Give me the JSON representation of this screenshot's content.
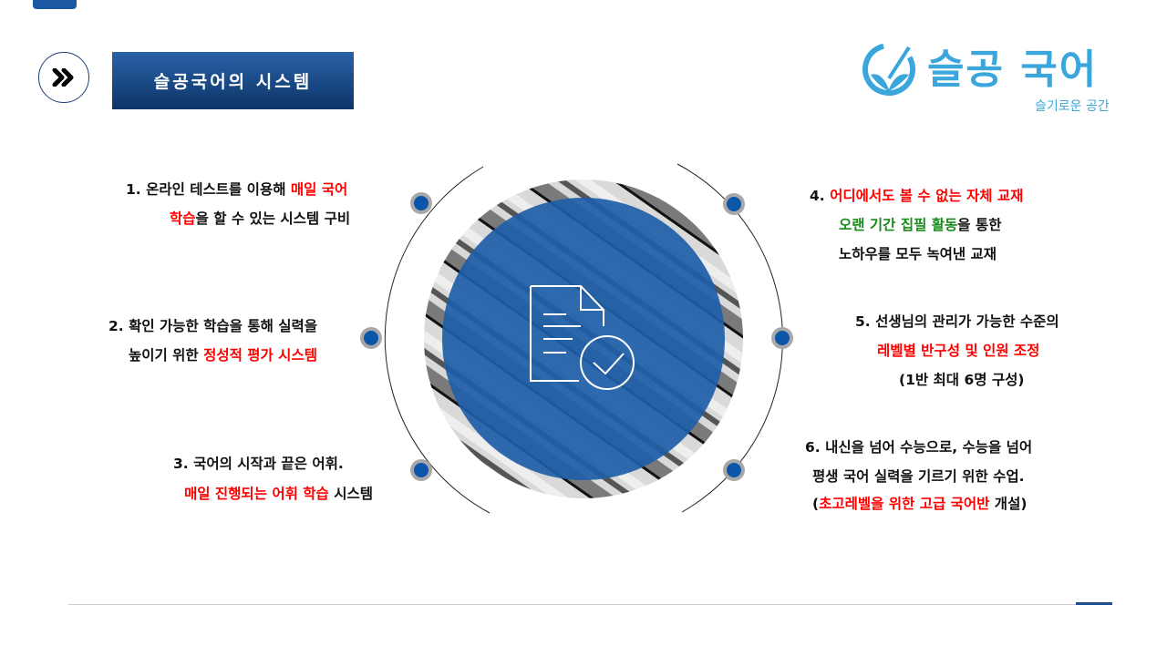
{
  "header": {
    "title": "슬공국어의 시스템",
    "nav_icon": "double-chevron-right-icon"
  },
  "logo": {
    "name": "슬공 국어",
    "tagline": "슬기로운 공간",
    "icon": "pencil-leaf-logo-icon"
  },
  "center": {
    "icon": "document-check-icon"
  },
  "colors": {
    "accent": "#1e5ea8",
    "highlight_red": "#ff0000",
    "highlight_green": "#1a8a1a",
    "logo": "#3aa6dc"
  },
  "items": [
    {
      "lines": [
        [
          {
            "t": "1. 온라인 테스트를 이용해 ",
            "c": "k"
          },
          {
            "t": "매일 국어",
            "c": "r"
          }
        ],
        [
          {
            "t": "학습",
            "c": "r"
          },
          {
            "t": "을 할 수 있는 시스템 구비",
            "c": "k"
          }
        ]
      ]
    },
    {
      "lines": [
        [
          {
            "t": "2. 확인 가능한 학습을 통해 실력을",
            "c": "k"
          }
        ],
        [
          {
            "t": "높이기 위한 ",
            "c": "k"
          },
          {
            "t": "정성적 평가 시스템",
            "c": "r"
          }
        ]
      ]
    },
    {
      "lines": [
        [
          {
            "t": "3. 국어의 시작과 끝은 어휘.",
            "c": "k"
          }
        ],
        [
          {
            "t": "매일 진행되는 어휘 학습",
            "c": "r"
          },
          {
            "t": " 시스템",
            "c": "k"
          }
        ]
      ]
    },
    {
      "lines": [
        [
          {
            "t": "4. ",
            "c": "k"
          },
          {
            "t": "어디에서도 볼 수 없는 자체 교재",
            "c": "r"
          }
        ],
        [
          {
            "t": "오랜 기간 집필 활동",
            "c": "g"
          },
          {
            "t": "을 통한",
            "c": "k"
          }
        ],
        [
          {
            "t": "노하우를 모두 녹여낸 교재",
            "c": "k"
          }
        ]
      ]
    },
    {
      "lines": [
        [
          {
            "t": "5. 선생님의 관리가 가능한 수준의",
            "c": "k"
          }
        ],
        [
          {
            "t": "레벨별 반구성 및 인원 조정",
            "c": "r"
          }
        ],
        [
          {
            "t": "(1반 최대 6명 구성)",
            "c": "k"
          }
        ]
      ]
    },
    {
      "lines": [
        [
          {
            "t": "6. 내신을 넘어 수능으로, 수능을 넘어",
            "c": "k"
          }
        ],
        [
          {
            "t": "평생 국어 실력을 기르기 위한 수업.",
            "c": "k"
          }
        ],
        [
          {
            "t": "(",
            "c": "k"
          },
          {
            "t": "초고레벨을 위한 고급 국어반",
            "c": "r"
          },
          {
            "t": " 개설)",
            "c": "k"
          }
        ]
      ]
    }
  ]
}
